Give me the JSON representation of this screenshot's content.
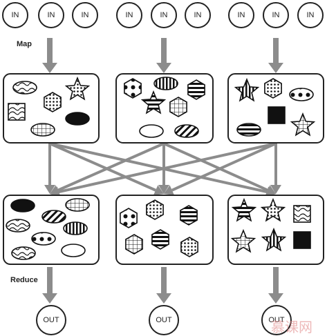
{
  "input_nodes": [
    "IN",
    "IN",
    "IN",
    "IN",
    "IN",
    "IN",
    "IN",
    "IN",
    "IN"
  ],
  "output_nodes": [
    "OUT",
    "OUT",
    "OUT"
  ],
  "stages": {
    "map": "Map",
    "reduce": "Reduce"
  },
  "watermark": "慕课网",
  "colors": {
    "stroke": "#222222",
    "arrow": "#8c8c8c",
    "fill_dark": "#111111",
    "background": "#ffffff"
  },
  "map_partitions": [
    [
      "oval-contour",
      "square-contour",
      "hexagon-dots",
      "star-dots",
      "oval-solid",
      "oval-grid"
    ],
    [
      "hexagon-spots",
      "oval-vstripes",
      "hexagon-hstripes",
      "hexagon-grid",
      "star-hstripes",
      "oval-blank",
      "oval-diagonal"
    ],
    [
      "star-vstripes",
      "hexagon-dots",
      "oval-spots",
      "square-solid",
      "oval-hstripes",
      "star-grid"
    ]
  ],
  "reduce_partitions": [
    [
      "oval-solid",
      "oval-diagonal",
      "oval-grid",
      "oval-contour",
      "oval-vstripes",
      "oval-spots",
      "oval-contour",
      "oval-blank"
    ],
    [
      "hexagon-spots",
      "hexagon-dots",
      "hexagon-hstripes",
      "hexagon-grid",
      "hexagon-hstripes",
      "hexagon-dots"
    ],
    [
      "star-hstripes",
      "star-dots",
      "square-contour",
      "star-grid",
      "star-vstripes",
      "square-solid"
    ]
  ]
}
